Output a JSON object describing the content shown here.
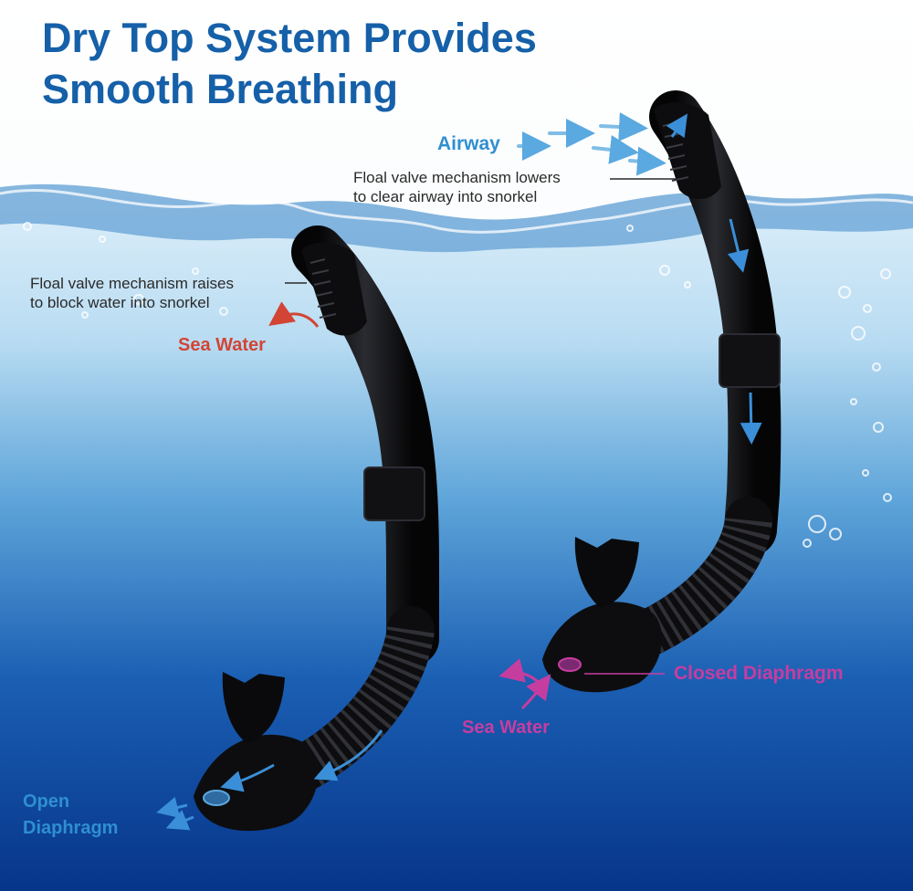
{
  "header": {
    "title_line1": "Dry Top System Provides",
    "title_line2": "Smooth Breathing"
  },
  "labels": {
    "airway": "Airway",
    "lowers_line1": "Floal valve mechanism lowers",
    "lowers_line2": "to clear airway into snorkel",
    "raises_line1": "Floal valve mechanism raises",
    "raises_line2": "to block water into snorkel",
    "sea_water_left": "Sea Water",
    "sea_water_right": "Sea Water",
    "closed_diaphragm": "Closed Diaphragm",
    "open_line1": "Open",
    "open_line2": "Diaphragm"
  },
  "colors": {
    "title": "#1560a8",
    "airway_arrow": "#5aa9e0",
    "sea_water_red": "#d24535",
    "sea_water_pink": "#c63da0",
    "water_top": "#cfe6f6",
    "water_deep": "#06358a",
    "snorkel": "#0d0d0f"
  },
  "icons": [
    "airflow-arrow-icon",
    "sea-water-arrow-icon",
    "diaphragm-icon",
    "bubble-icon"
  ]
}
